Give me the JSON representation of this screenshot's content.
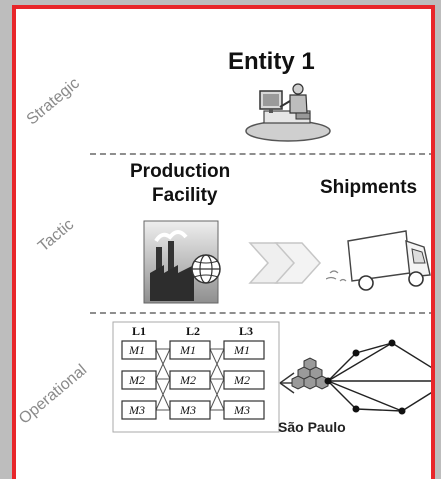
{
  "layers": {
    "strategic": "Strategic",
    "tactic": "Tactic",
    "operational": "Operational"
  },
  "strategic": {
    "title": "Entity 1",
    "icon": "person-at-computer-icon"
  },
  "tactic": {
    "production_line1": "Production",
    "production_line2": "Facility",
    "shipments": "Shipments",
    "icons": [
      "factory-globe-icon",
      "double-chevron-arrow-icon",
      "delivery-truck-icon"
    ]
  },
  "operational": {
    "line_headers": [
      "L1",
      "L2",
      "L3"
    ],
    "machines": [
      "M1",
      "M2",
      "M3"
    ],
    "city": "São Paulo",
    "icons": [
      "boxes-pyramid-icon",
      "network-graph-icon"
    ]
  },
  "colors": {
    "frame_border": "#e8262a",
    "background": "#bdbdbd",
    "divider": "#8e8e8e",
    "layer_label": "#8a8a8a"
  }
}
